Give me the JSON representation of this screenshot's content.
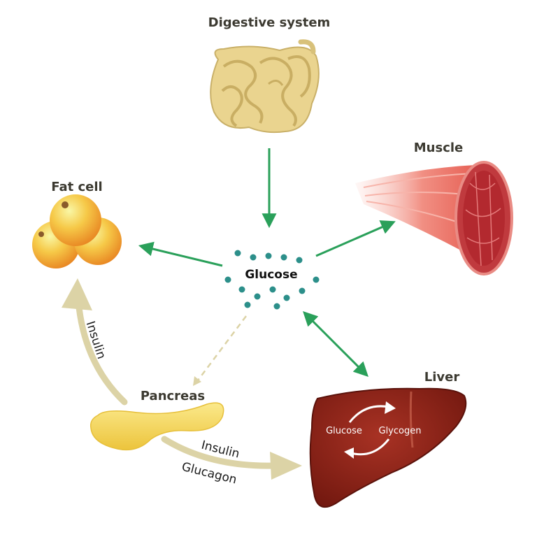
{
  "labels": {
    "digestive": "Digestive system",
    "muscle": "Muscle",
    "fat_cell": "Fat cell",
    "glucose": "Glucose",
    "pancreas": "Pancreas",
    "liver": "Liver"
  },
  "arrow_labels": {
    "insulin_to_fat": "Insulin",
    "insulin_to_liver": "Insulin",
    "glucagon_to_liver": "Glucagon"
  },
  "liver_cycle": {
    "left": "Glucose",
    "right": "Glycogen"
  },
  "colors": {
    "arrow_green": "#2aa05a",
    "arrow_beige": "#dcd3a6",
    "glucose_dot": "#2c8f8a",
    "liver": "#8e2418",
    "pancreas": "#f3d55e",
    "fat_cell": "#f4b93a",
    "muscle": "#e9685e",
    "intestine": "#ead48f"
  }
}
